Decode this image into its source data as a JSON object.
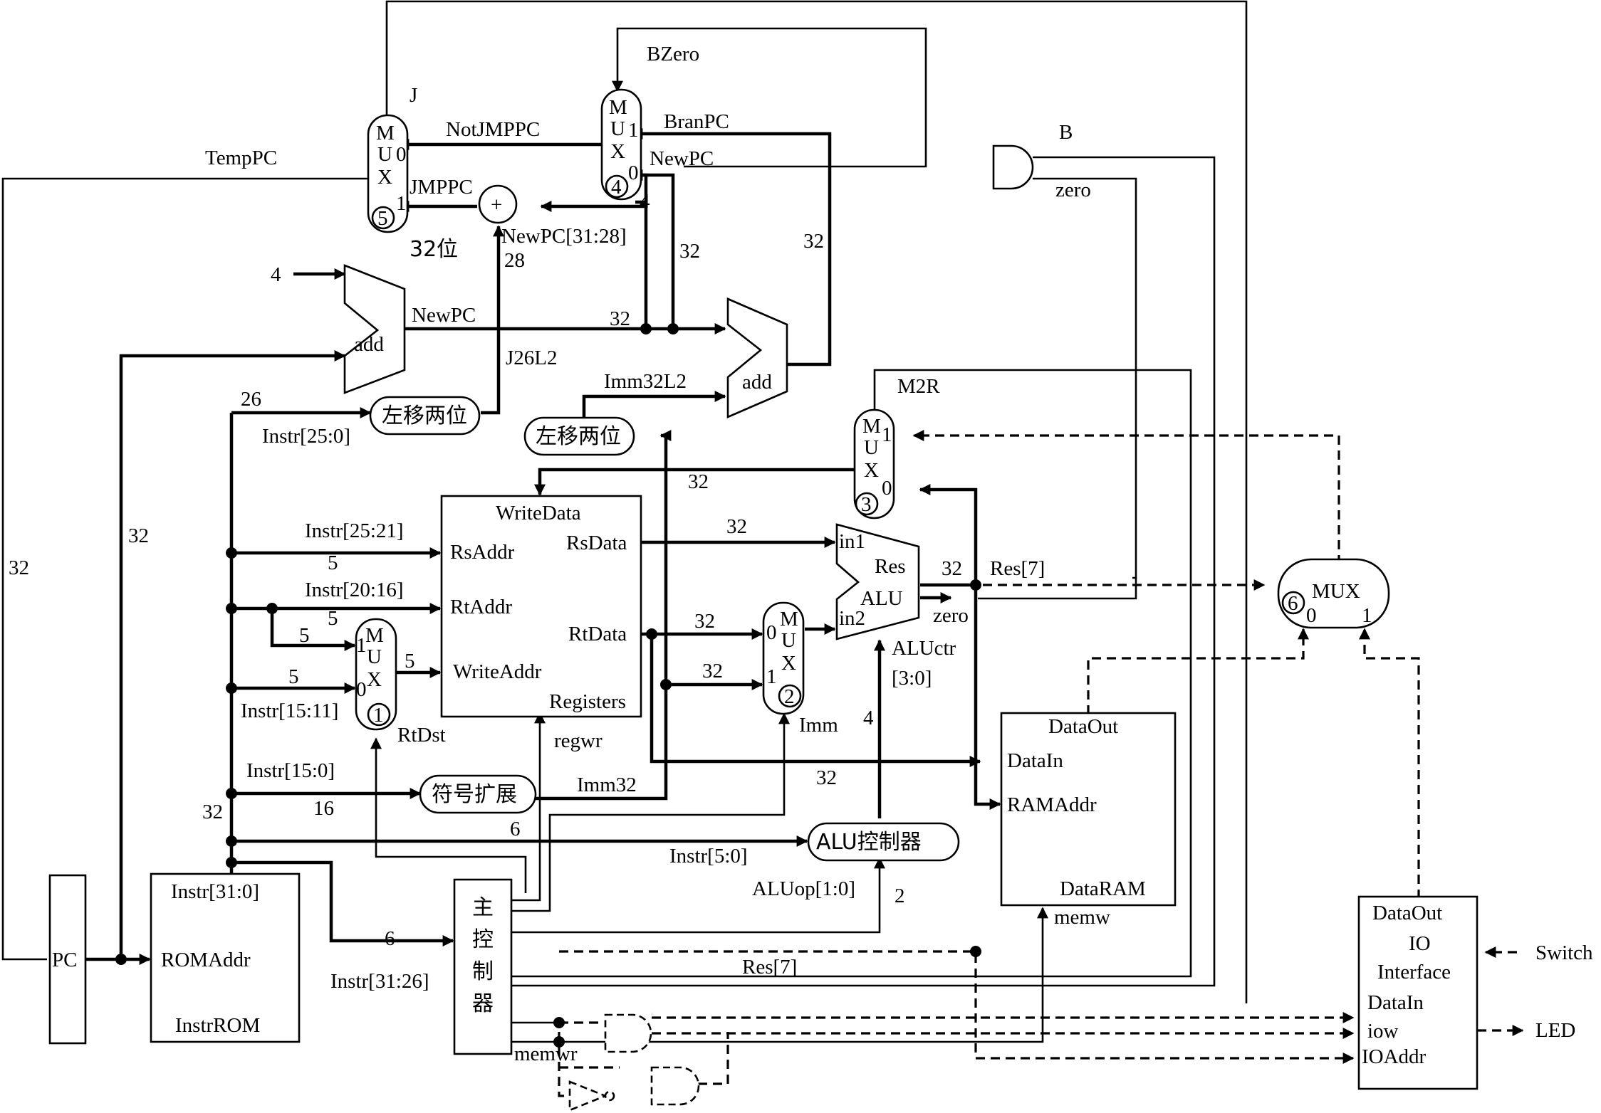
{
  "blocks": {
    "pc": "PC",
    "instr_rom": {
      "out": "Instr[31:0]",
      "addr": "ROMAddr",
      "name": "InstrROM"
    },
    "add_pc": "add",
    "add_branch": "add",
    "shift1": "左移两位",
    "shift2": "左移两位",
    "sign_ext": "符号扩展",
    "alu_ctrl": "ALU控制器",
    "main_ctrl": [
      "主",
      "控",
      "制",
      "器"
    ],
    "registers": {
      "write_data": "WriteData",
      "rs_addr": "RsAddr",
      "rt_addr": "RtAddr",
      "write_addr": "WriteAddr",
      "rs_data": "RsData",
      "rt_data": "RtData",
      "name": "Registers"
    },
    "alu": {
      "in1": "in1",
      "in2": "in2",
      "res": "Res",
      "name": "ALU",
      "zero": "zero"
    },
    "data_ram": {
      "out": "DataOut",
      "in": "DataIn",
      "addr": "RAMAddr",
      "name": "DataRAM"
    },
    "io": {
      "out": "DataOut",
      "title1": "IO",
      "title2": "Interface",
      "in": "DataIn",
      "iow": "iow",
      "addr": "IOAddr"
    },
    "mux": {
      "m": "M",
      "u": "U",
      "x": "X",
      "mux": "MUX",
      "n1": "1",
      "n2": "2",
      "n3": "3",
      "n4": "4",
      "n5": "5",
      "n6": "6",
      "zero": "0",
      "one": "1"
    }
  },
  "labels": {
    "bzero": "BZero",
    "j": "J",
    "notjmppc": "NotJMPPC",
    "branpc": "BranPC",
    "newpc_top": "NewPC",
    "temppc": "TempPC",
    "jmppc": "JMPPC",
    "plus": "+",
    "four_a": "4",
    "newpc3128": "NewPC[31:28]",
    "bits32": "32位",
    "n28": "28",
    "n32_a": "32",
    "n32_b": "32",
    "b": "B",
    "zero_gate": "zero",
    "four_in": "4",
    "newpc_mid": "NewPC",
    "n32_c": "32",
    "j26l2": "J26L2",
    "imm32l2": "Imm32L2",
    "m2r": "M2R",
    "n26": "26",
    "instr250": "Instr[25:0]",
    "n32_d": "32",
    "n32_e": "32",
    "n32_f": "32",
    "instr2521": "Instr[25:21]",
    "n5_a": "5",
    "instr2016": "Instr[20:16]",
    "n5_b": "5",
    "n5_c": "5",
    "n5_d": "5",
    "n5_e": "5",
    "instr1511": "Instr[15:11]",
    "rtdst": "RtDst",
    "n32_g": "32",
    "n32_h": "32",
    "n32_i": "32",
    "n32_res": "32",
    "res7_a": "Res[7]",
    "aluctr": "ALUctr",
    "aluctr_bits": "[3:0]",
    "imm": "Imm",
    "n4_b": "4",
    "regwr": "regwr",
    "instr150": "Instr[15:0]",
    "imm32": "Imm32",
    "n32_j": "32",
    "n16": "16",
    "n32_k": "32",
    "n6_a": "6",
    "instr50": "Instr[5:0]",
    "aluop": "ALUop[1:0]",
    "n2": "2",
    "n6_b": "6",
    "instr3126": "Instr[31:26]",
    "res7_b": "Res[7]",
    "memw": "memw",
    "memwr": "memwr",
    "switch": "Switch",
    "led": "LED"
  }
}
